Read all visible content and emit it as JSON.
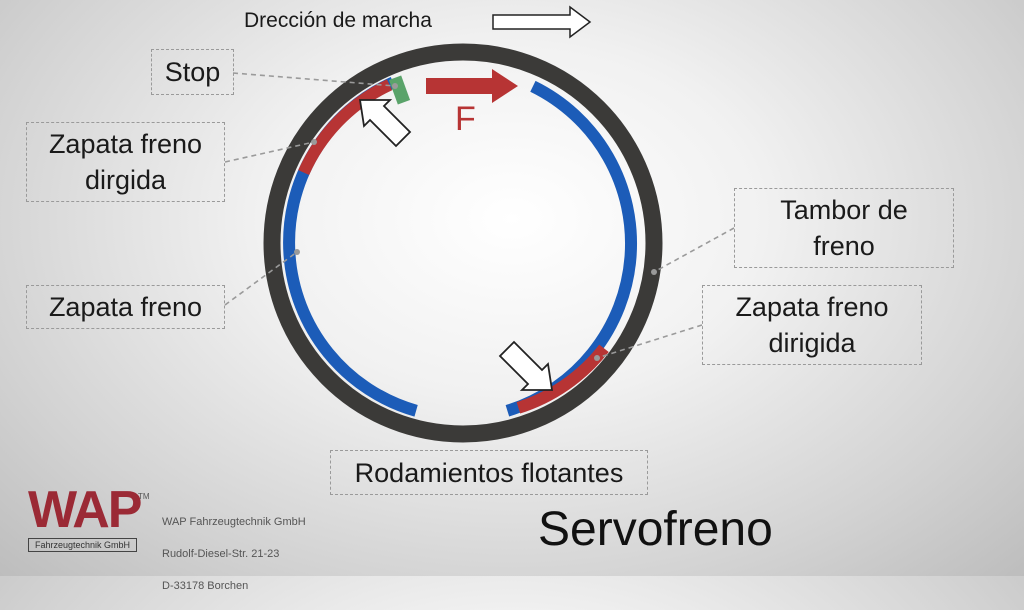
{
  "direction": {
    "label": "Drección de marcha"
  },
  "force": {
    "label": "F"
  },
  "labels": {
    "stop": "Stop",
    "shoe_top": "Zapata freno\ndirgida",
    "drum": "Tambor de\nfreno",
    "shoe": "Zapata freno",
    "shoe_bottom": "Zapata freno\ndirigida",
    "bearing": "Rodamientos flotantes"
  },
  "title": "Servofreno",
  "logo": {
    "brand": "WAP",
    "tm": "TM",
    "sub": "Fahrzeugtechnik GmbH",
    "company_name": "WAP Fahrzeugtechnik GmbH",
    "address_1": "Rudolf-Diesel-Str. 21-23",
    "address_2": "D-33178 Borchen"
  },
  "colors": {
    "drum": "#3b3a38",
    "shoe": "#1c5cb8",
    "lining": "#b73434",
    "stop": "#5aa36a",
    "leader": "#9a9a9a",
    "logo": "#9b2a35"
  }
}
